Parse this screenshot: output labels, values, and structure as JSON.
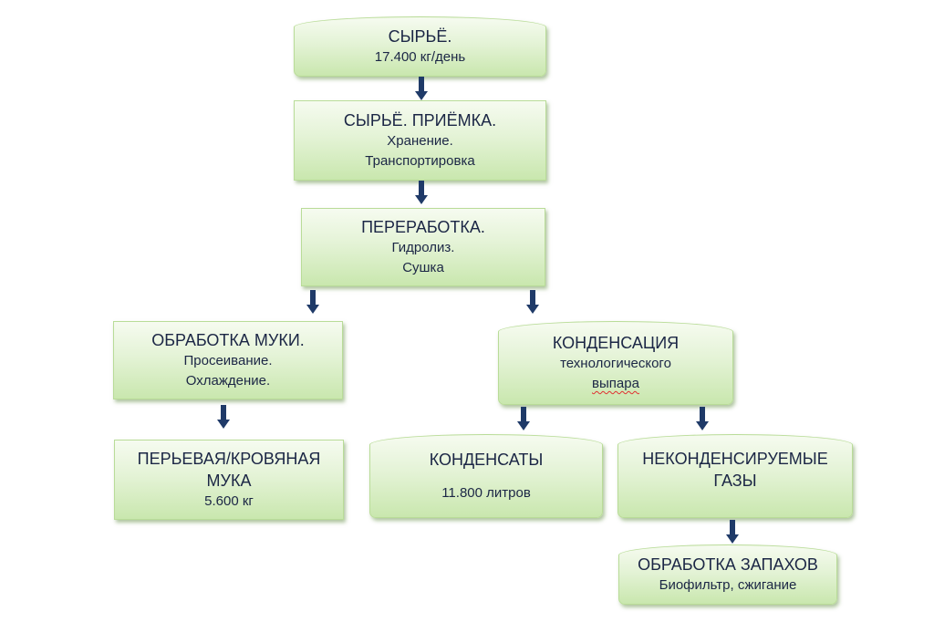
{
  "diagram": {
    "nodes": {
      "raw": {
        "title": "СЫРЬЁ.",
        "lines": [
          "17.400 кг/день"
        ]
      },
      "intake": {
        "title": "СЫРЬЁ.  ПРИЁМКА.",
        "lines": [
          "Хранение.",
          "Транспортировка"
        ]
      },
      "processing": {
        "title": "ПЕРЕРАБОТКА.",
        "lines": [
          "Гидролиз.",
          "Сушка"
        ]
      },
      "flour_processing": {
        "title": "ОБРАБОТКА МУКИ.",
        "lines": [
          "Просеивание.",
          "Охлаждение."
        ]
      },
      "condensation": {
        "title": "КОНДЕНСАЦИЯ",
        "lines": [
          "технологического",
          "выпара"
        ]
      },
      "flour": {
        "title": "ПЕРЬЕВАЯ/КРОВЯНАЯ МУКА",
        "lines": [
          "5.600 кг"
        ]
      },
      "condensates": {
        "title": "КОНДЕНСАТЫ",
        "lines": [
          "11.800 литров"
        ]
      },
      "gases": {
        "title": "НЕКОНДЕНСИРУЕМЫЕ ГАЗЫ",
        "lines": []
      },
      "odor": {
        "title": "ОБРАБОТКА ЗАПАХОВ",
        "lines": [
          "Биофильтр, сжигание"
        ]
      }
    },
    "edges": [
      [
        "raw",
        "intake"
      ],
      [
        "intake",
        "processing"
      ],
      [
        "processing",
        "flour_processing"
      ],
      [
        "processing",
        "condensation"
      ],
      [
        "flour_processing",
        "flour"
      ],
      [
        "condensation",
        "condensates"
      ],
      [
        "condensation",
        "gases"
      ],
      [
        "gases",
        "odor"
      ]
    ],
    "colors": {
      "arrow": "#1f3a68",
      "text": "#1b2645",
      "box_fill": "#e4f3d6",
      "box_border": "#b9dc98"
    }
  }
}
